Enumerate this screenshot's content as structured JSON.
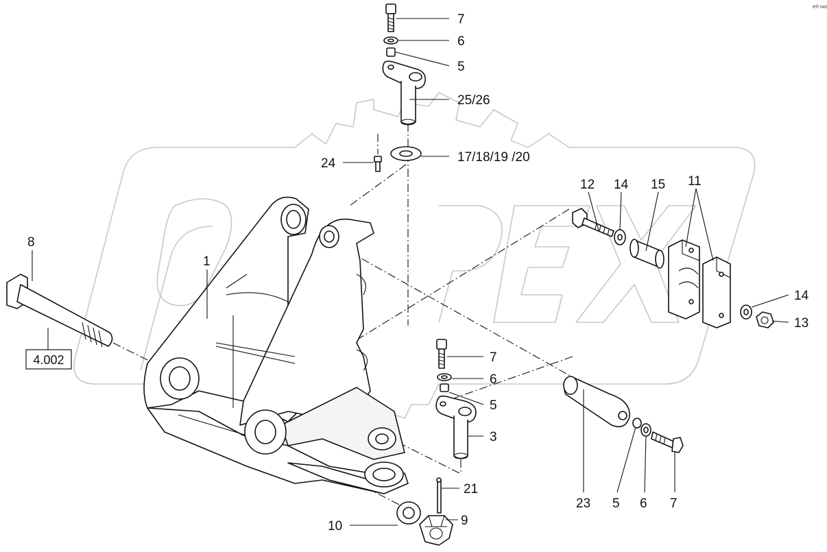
{
  "corner_mark": "e® ooo",
  "reference_box": "4.002",
  "callouts": [
    "7",
    "6",
    "5",
    "25/26",
    "24",
    "17/18/19 /20",
    "12",
    "14",
    "15",
    "11",
    "8",
    "1",
    "14",
    "13",
    "7",
    "6",
    "5",
    "3",
    "23",
    "5",
    "6",
    "7",
    "21",
    "9",
    "10"
  ],
  "colors": {
    "ink": "#111111",
    "watermark": "#c8c8c8",
    "paper": "#ffffff"
  }
}
